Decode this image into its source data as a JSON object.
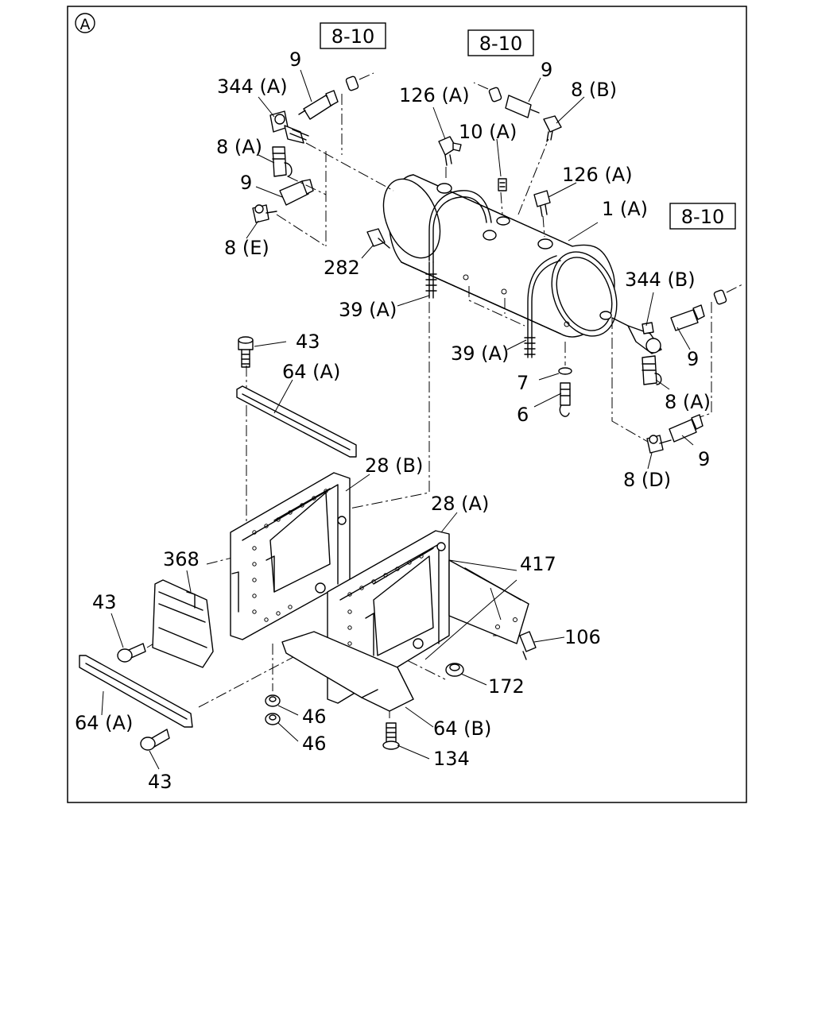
{
  "view_marker": "A",
  "ref_boxes": [
    "8-10",
    "8-10",
    "8-10"
  ],
  "labels": {
    "l344a": "344 (A)",
    "l9a": "9",
    "l8a_1": "8 (A)",
    "l9b": "9",
    "l8e": "8 (E)",
    "l282": "282",
    "l126a_1": "126 (A)",
    "l10a": "10 (A)",
    "l9c": "9",
    "l8b": "8 (B)",
    "l126a_2": "126 (A)",
    "l1a": "1 (A)",
    "l344b": "344 (B)",
    "l9d": "9",
    "l8a_2": "8 (A)",
    "l9e": "9",
    "l8d": "8 (D)",
    "l39a_1": "39 (A)",
    "l39a_2": "39 (A)",
    "l7": "7",
    "l6": "6",
    "l43_1": "43",
    "l64a_1": "64 (A)",
    "l28b": "28 (B)",
    "l28a": "28 (A)",
    "l368": "368",
    "l417": "417",
    "l43_2": "43",
    "l106": "106",
    "l172": "172",
    "l64a_2": "64 (A)",
    "l46_1": "46",
    "l46_2": "46",
    "l64b": "64 (B)",
    "l134": "134",
    "l43_3": "43"
  }
}
